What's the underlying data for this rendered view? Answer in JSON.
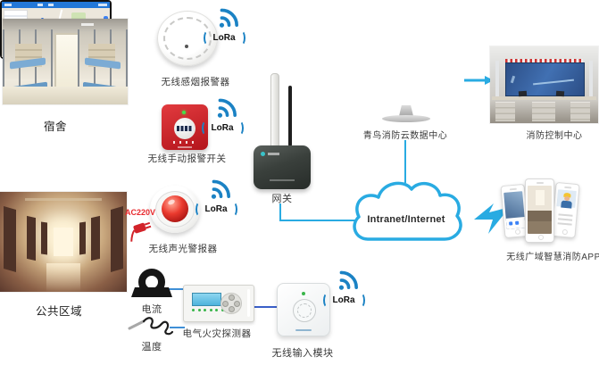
{
  "locations": {
    "dormitory": {
      "label": "宿舍"
    },
    "public_area": {
      "label": "公共区域"
    }
  },
  "sensors": {
    "smoke_detector": {
      "label": "无线感烟报警器",
      "lora": "LoRa"
    },
    "manual_alarm": {
      "label": "无线手动报警开关",
      "lora": "LoRa"
    },
    "sound_light_alarm": {
      "label": "无线声光警报器",
      "power": "AC220V",
      "lora": "LoRa"
    }
  },
  "gateway": {
    "label": "网关"
  },
  "cloud": {
    "label": "Intranet/Internet"
  },
  "data_center": {
    "label": "青鸟消防云数据中心"
  },
  "control_center": {
    "label": "消防控制中心"
  },
  "app": {
    "label": "无线广域智慧消防APP"
  },
  "electrical": {
    "current_sensor": {
      "label": "电流"
    },
    "temperature_sensor": {
      "label": "温度"
    },
    "fire_detector": {
      "label": "电气火灾探测器"
    },
    "input_module": {
      "label": "无线输入模块",
      "lora": "LoRa"
    }
  },
  "colors": {
    "connector_blue": "#29abe2",
    "connector_navy": "#3a5fc8",
    "lora_blue": "#1b82c4",
    "alarm_red": "#d2232a"
  }
}
